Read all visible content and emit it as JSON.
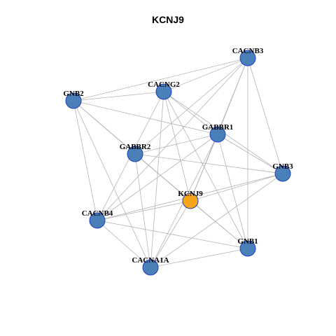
{
  "title": "KCNJ9",
  "colors": {
    "node_fill": "#4a7fb8",
    "node_border": "#1f3fc4",
    "focus_fill": "#f5a51b",
    "edge": "#b4b4b4"
  },
  "nodes": [
    {
      "id": "CACNB3",
      "label": "CACNB3",
      "focus": false
    },
    {
      "id": "CACNG2",
      "label": "CACNG2",
      "focus": false
    },
    {
      "id": "GNB2",
      "label": "GNB2",
      "focus": false
    },
    {
      "id": "GABBR1",
      "label": "GABBR1",
      "focus": false
    },
    {
      "id": "GABBR2",
      "label": "GABBR2",
      "focus": false
    },
    {
      "id": "GNB3",
      "label": "GNB3",
      "focus": false
    },
    {
      "id": "KCNJ9",
      "label": "KCNJ9",
      "focus": true
    },
    {
      "id": "CACNB4",
      "label": "CACNB4",
      "focus": false
    },
    {
      "id": "GNB1",
      "label": "GNB1",
      "focus": false
    },
    {
      "id": "CACNA1A",
      "label": "CACNA1A",
      "focus": false
    }
  ],
  "edges": [
    [
      "CACNB3",
      "GNB2"
    ],
    [
      "CACNB3",
      "CACNG2"
    ],
    [
      "CACNB3",
      "GABBR1"
    ],
    [
      "CACNB3",
      "GABBR2"
    ],
    [
      "CACNB3",
      "GNB3"
    ],
    [
      "CACNB3",
      "KCNJ9"
    ],
    [
      "CACNB3",
      "GNB1"
    ],
    [
      "CACNB3",
      "CACNB4"
    ],
    [
      "CACNG2",
      "GNB2"
    ],
    [
      "CACNG2",
      "GABBR1"
    ],
    [
      "CACNG2",
      "GNB3"
    ],
    [
      "CACNG2",
      "KCNJ9"
    ],
    [
      "CACNG2",
      "CACNB4"
    ],
    [
      "CACNG2",
      "CACNA1A"
    ],
    [
      "CACNG2",
      "GNB1"
    ],
    [
      "GNB2",
      "GABBR1"
    ],
    [
      "GNB2",
      "GABBR2"
    ],
    [
      "GNB2",
      "KCNJ9"
    ],
    [
      "GNB2",
      "CACNB4"
    ],
    [
      "GNB2",
      "CACNA1A"
    ],
    [
      "GABBR1",
      "GABBR2"
    ],
    [
      "GABBR1",
      "GNB3"
    ],
    [
      "GABBR1",
      "KCNJ9"
    ],
    [
      "GABBR1",
      "CACNB4"
    ],
    [
      "GABBR1",
      "GNB1"
    ],
    [
      "GABBR1",
      "CACNA1A"
    ],
    [
      "GABBR2",
      "GNB3"
    ],
    [
      "GABBR2",
      "KCNJ9"
    ],
    [
      "GABBR2",
      "GNB1"
    ],
    [
      "GABBR2",
      "CACNA1A"
    ],
    [
      "GNB3",
      "KCNJ9"
    ],
    [
      "GNB3",
      "CACNB4"
    ],
    [
      "GNB3",
      "CACNA1A"
    ],
    [
      "KCNJ9",
      "CACNB4"
    ],
    [
      "KCNJ9",
      "GNB1"
    ],
    [
      "KCNJ9",
      "CACNA1A"
    ],
    [
      "CACNB4",
      "GNB1"
    ],
    [
      "CACNB4",
      "CACNA1A"
    ],
    [
      "GNB1",
      "CACNA1A"
    ]
  ]
}
